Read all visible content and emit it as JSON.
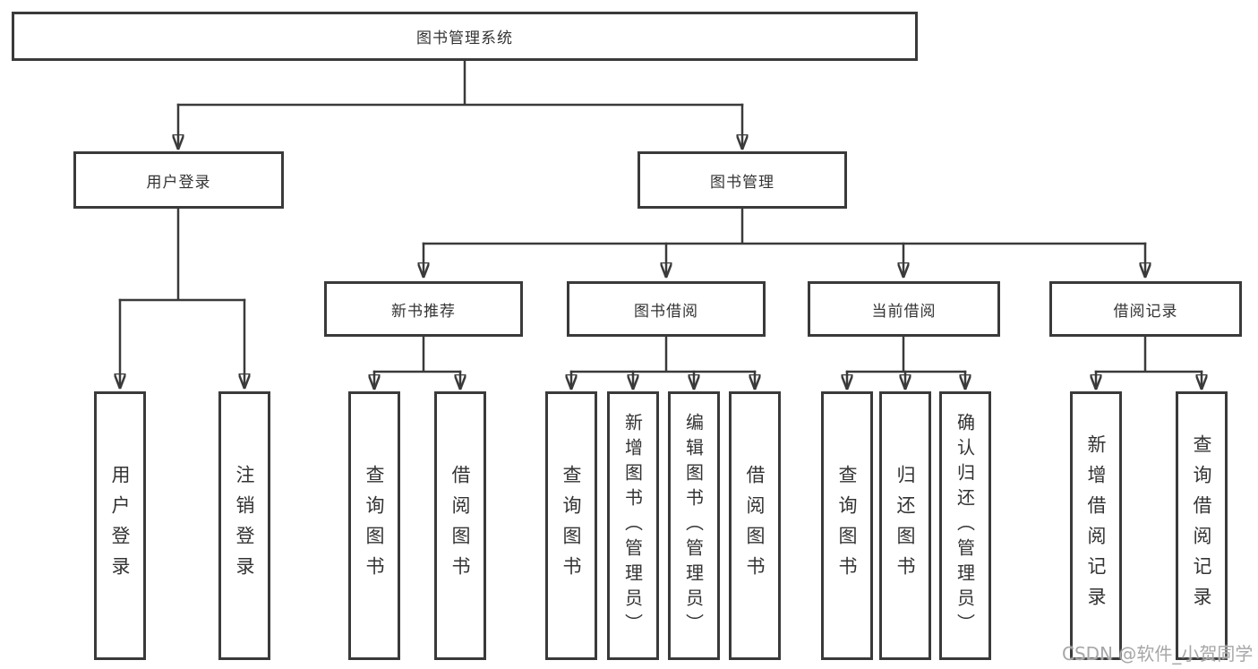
{
  "diagram_title": "图书管理系统",
  "nodes": {
    "root": "图书管理系统",
    "user_login": "用户登录",
    "book_mgmt": "图书管理",
    "new_book_rec": "新书推荐",
    "book_borrow": "图书借阅",
    "current_borrow": "当前借阅",
    "borrow_records": "借阅记录",
    "leaf_user_login": "用户登录",
    "leaf_logout": "注销登录",
    "leaf_rec_query_books": "查询图书",
    "leaf_rec_borrow_books": "借阅图书",
    "leaf_bb_query_books": "查询图书",
    "leaf_bb_add_books": "新增图书（管理员）",
    "leaf_bb_edit_books": "编辑图书（管理员）",
    "leaf_bb_borrow_books": "借阅图书",
    "leaf_cb_query_books": "查询图书",
    "leaf_cb_return_books": "归还图书",
    "leaf_cb_confirm_return": "确认归还（管理员）",
    "leaf_br_add_record": "新增借阅记录",
    "leaf_br_query_record": "查询借阅记录"
  },
  "watermark": "CSDN @软件_小贺同学",
  "colors": {
    "line": "#3a3a3a",
    "text": "#333333",
    "watermark": "#a7a7a9",
    "background": "#ffffff"
  }
}
